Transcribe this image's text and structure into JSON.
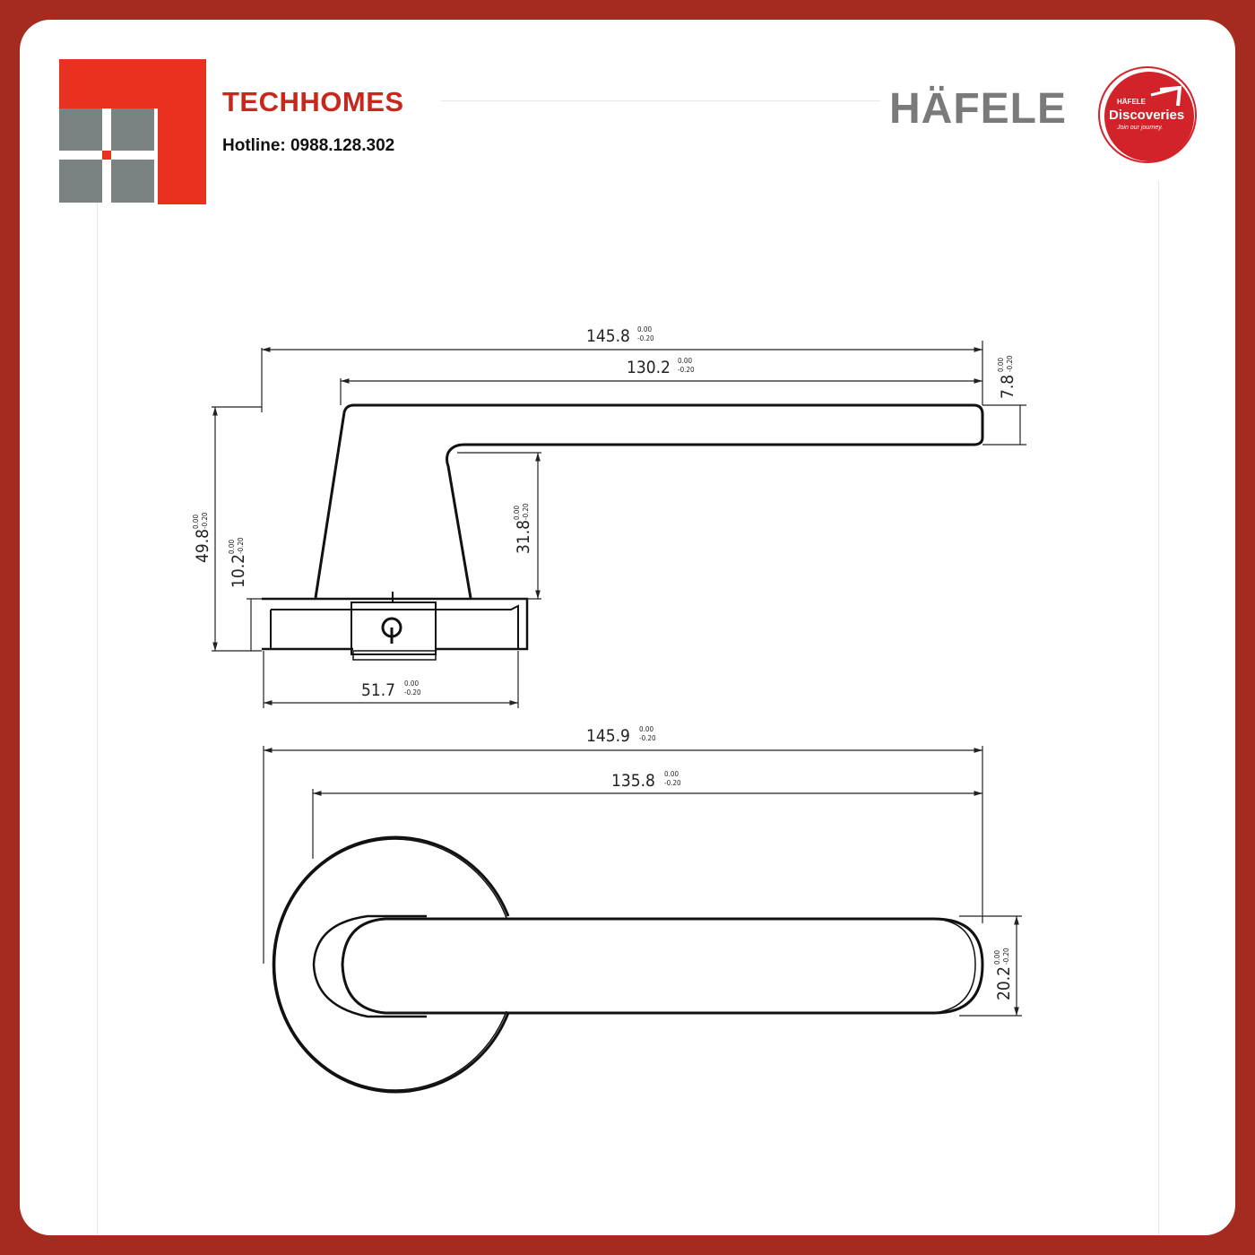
{
  "header": {
    "brand_name": "TECHHOMES",
    "hotline": "Hotline: 0988.128.302",
    "partner_logo_text": "HÄFELE",
    "badge": {
      "brand": "HÄFELE",
      "title": "Discoveries",
      "tagline": "Join our journey."
    }
  },
  "colors": {
    "frame": "#a52a1f",
    "brand_red": "#e8311f",
    "brand_grey": "#7a8282",
    "badge_red": "#d2232a",
    "partner_grey": "#7a7a7a"
  },
  "side_view": {
    "overall_length": {
      "value": "145.8",
      "tol_upper": "0.00",
      "tol_lower": "-0.20"
    },
    "lever_length": {
      "value": "130.2",
      "tol_upper": "0.00",
      "tol_lower": "-0.20"
    },
    "lever_thickness": {
      "value": "7.8",
      "tol_upper": "0.00",
      "tol_lower": "-0.20"
    },
    "overall_height": {
      "value": "49.8",
      "tol_upper": "0.00",
      "tol_lower": "-0.20"
    },
    "rose_height": {
      "value": "10.2",
      "tol_upper": "0.00",
      "tol_lower": "-0.20"
    },
    "neck_height": {
      "value": "31.8",
      "tol_upper": "0.00",
      "tol_lower": "-0.20"
    },
    "rose_width": {
      "value": "51.7",
      "tol_upper": "0.00",
      "tol_lower": "-0.20"
    }
  },
  "top_view": {
    "overall_length": {
      "value": "145.9",
      "tol_upper": "0.00",
      "tol_lower": "-0.20"
    },
    "lever_length": {
      "value": "135.8",
      "tol_upper": "0.00",
      "tol_lower": "-0.20"
    },
    "lever_width": {
      "value": "20.2",
      "tol_upper": "0.00",
      "tol_lower": "-0.20"
    }
  }
}
